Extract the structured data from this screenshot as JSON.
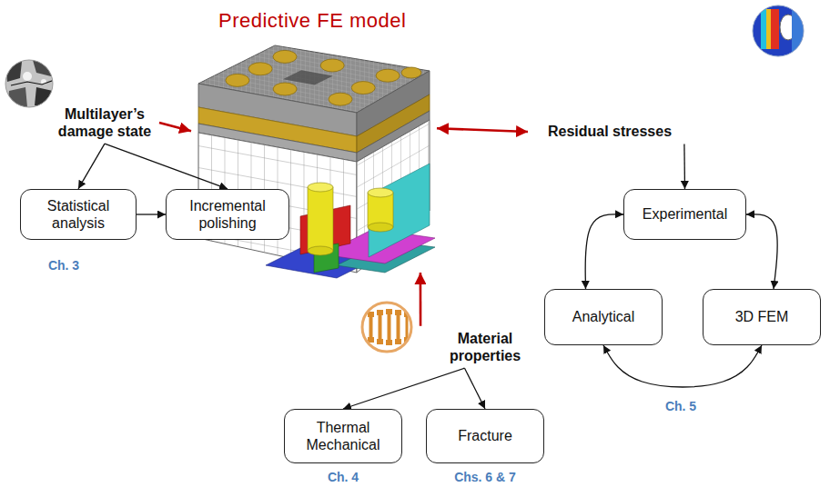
{
  "diagram": {
    "nodes": [
      {
        "text": [
          "Predictive FE model"
        ]
      },
      {
        "text": [
          "Multilayer’s damage state"
        ]
      },
      {
        "text": [
          "Statistical analysis"
        ]
      },
      {
        "text": [
          "Incremental polishing"
        ]
      },
      {
        "text": [
          "Residual stresses"
        ]
      },
      {
        "text": [
          "Experimental"
        ]
      },
      {
        "text": [
          "Analytical"
        ]
      },
      {
        "text": [
          "3D FEM"
        ]
      },
      {
        "text": [
          "Material properties"
        ]
      },
      {
        "text": [
          "Thermal Mechanical"
        ]
      },
      {
        "text": [
          "Fracture"
        ]
      }
    ],
    "edges": [
      {
        "from": 1,
        "to": 2,
        "arrow": "to"
      },
      {
        "from": 1,
        "to": 3,
        "arrow": "to"
      },
      {
        "from": 2,
        "to": 3,
        "arrow": "to"
      },
      {
        "from": 1,
        "to": 0,
        "arrow": "to"
      },
      {
        "from": 4,
        "to": 0,
        "arrow": "both"
      },
      {
        "from": 8,
        "to": 0,
        "arrow": "to"
      },
      {
        "from": 4,
        "to": 5,
        "arrow": "to"
      },
      {
        "from": 5,
        "to": 6,
        "arrow": "both"
      },
      {
        "from": 5,
        "to": 7,
        "arrow": "both"
      },
      {
        "from": 6,
        "to": 7,
        "arrow": "both"
      },
      {
        "from": 8,
        "to": 9,
        "arrow": "to"
      },
      {
        "from": 8,
        "to": 10,
        "arrow": "to"
      }
    ],
    "labels": [
      "Ch. 3",
      "Ch. 5",
      "Ch. 4",
      "Chs. 6 & 7"
    ]
  }
}
